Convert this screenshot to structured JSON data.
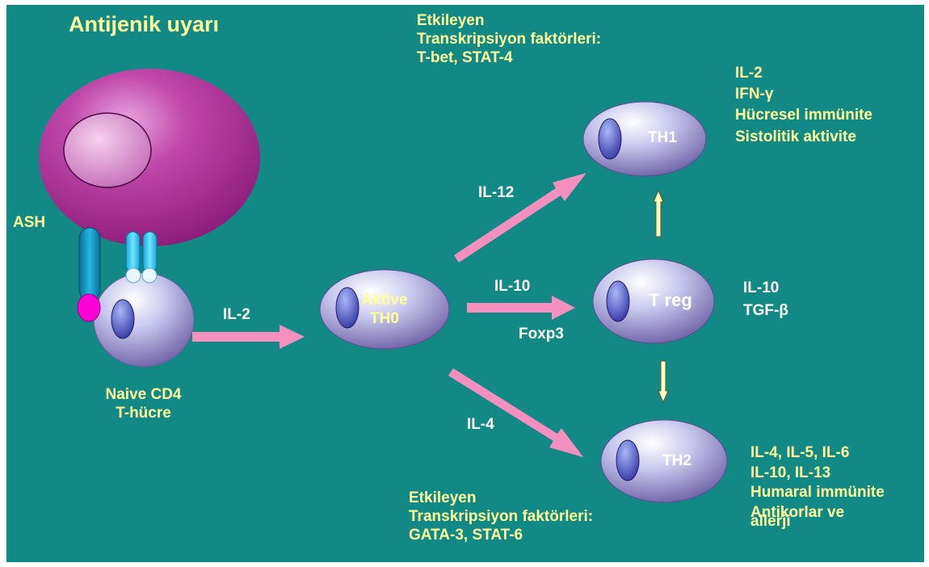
{
  "title": "Antijenik uyarı",
  "apc": {
    "label": "ASH"
  },
  "naive_cell": {
    "line1": "Naive CD4",
    "line2": "T-hücre"
  },
  "arrows": {
    "naive_to_th0": "IL-2",
    "th0_to_th1": "IL-12",
    "th0_to_treg": "IL-10",
    "th0_to_treg_sub": "Foxp3",
    "th0_to_th2": "IL-4"
  },
  "cells": {
    "th0": {
      "line1": "Aktive",
      "line2": "TH0"
    },
    "th1": {
      "label": "TH1"
    },
    "treg": {
      "label": "T reg"
    },
    "th2": {
      "label": "TH2"
    }
  },
  "top_factors": {
    "line1": "Etkileyen",
    "line2": "Transkripsiyon faktörleri:",
    "line3": "T-bet, STAT-4"
  },
  "bottom_factors": {
    "line1": "Etkileyen",
    "line2": "Transkripsiyon faktörleri:",
    "line3": "GATA-3, STAT-6"
  },
  "th1_outputs": [
    "IL-2",
    "IFN-γ",
    "Hücresel immünite",
    "Sistolitik aktivite"
  ],
  "treg_outputs": [
    "IL-10",
    "TGF-β"
  ],
  "th2_outputs": [
    "IL-4, IL-5, IL-6",
    "IL-10, IL-13",
    "Humaral immünite",
    "Antikorlar ve",
    "allerji"
  ],
  "colors": {
    "background": "#138986",
    "label_yellow": "#ffff99",
    "arrow_pink": "#f48fc0",
    "apc_purple": "#a0208a",
    "tcell_lavender": "#c9c9ef",
    "receptor_blue": "#1a9fc0",
    "receptor_light_blue": "#40d8ff",
    "costim_magenta": "#ff00d8"
  }
}
